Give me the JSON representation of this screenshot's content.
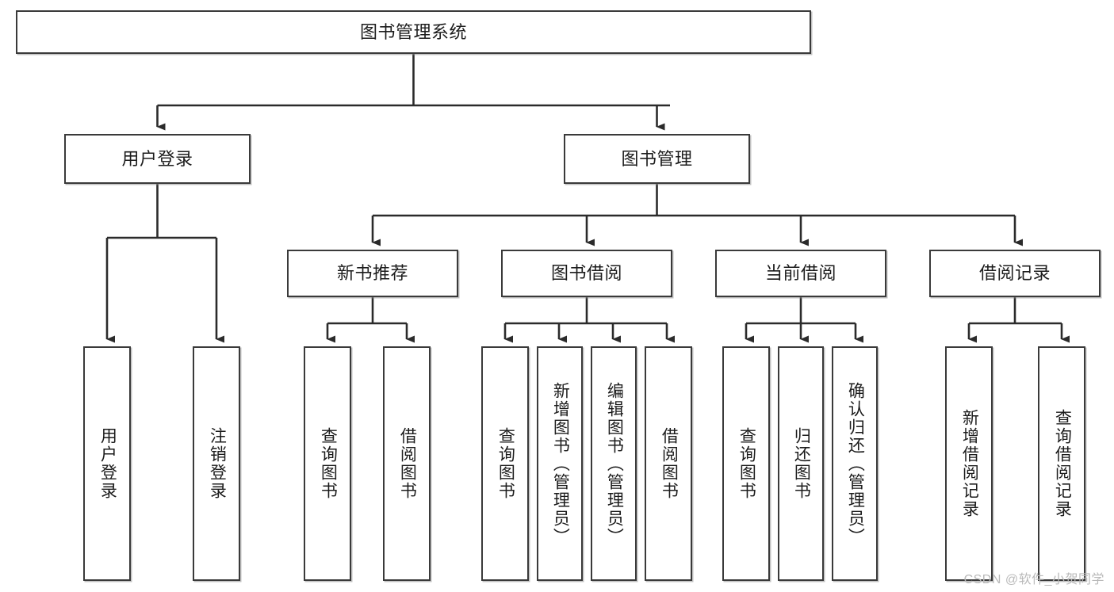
{
  "diagram": {
    "type": "tree-hierarchy",
    "title": "图书管理系统",
    "watermark": "CSDN @软件_小贺同学",
    "colors": {
      "box_border": "#3a3a3a",
      "box_fill": "#ffffff",
      "edge": "#2b2b2b",
      "text": "#1c1c1c",
      "watermark": "#b9b9b9"
    },
    "nodes": {
      "root": {
        "label": "图书管理系统"
      },
      "level2": [
        {
          "id": "user-login",
          "label": "用户登录"
        },
        {
          "id": "book-manage",
          "label": "图书管理"
        }
      ],
      "level3": [
        {
          "id": "new-book-recommend",
          "label": "新书推荐"
        },
        {
          "id": "book-borrow",
          "label": "图书借阅"
        },
        {
          "id": "current-borrow",
          "label": "当前借阅"
        },
        {
          "id": "borrow-record",
          "label": "借阅记录"
        }
      ],
      "leaves": {
        "user-login": [
          {
            "id": "leaf-user-login",
            "label": "用户登录"
          },
          {
            "id": "leaf-logout-login",
            "label": "注销登录"
          }
        ],
        "new-book-recommend": [
          {
            "id": "leaf-query-book-1",
            "label": "查询图书"
          },
          {
            "id": "leaf-borrow-book-1",
            "label": "借阅图书"
          }
        ],
        "book-borrow": [
          {
            "id": "leaf-query-book-2",
            "label": "查询图书"
          },
          {
            "id": "leaf-add-book-admin",
            "label": "新增图书（管理员）"
          },
          {
            "id": "leaf-edit-book-admin",
            "label": "编辑图书（管理员）"
          },
          {
            "id": "leaf-borrow-book-2",
            "label": "借阅图书"
          }
        ],
        "current-borrow": [
          {
            "id": "leaf-query-book-3",
            "label": "查询图书"
          },
          {
            "id": "leaf-return-book",
            "label": "归还图书"
          },
          {
            "id": "leaf-confirm-return-admin",
            "label": "确认归还（管理员）"
          }
        ],
        "borrow-record": [
          {
            "id": "leaf-add-borrow-record",
            "label": "新增借阅记录"
          },
          {
            "id": "leaf-query-borrow-record",
            "label": "查询借阅记录"
          }
        ]
      }
    }
  }
}
